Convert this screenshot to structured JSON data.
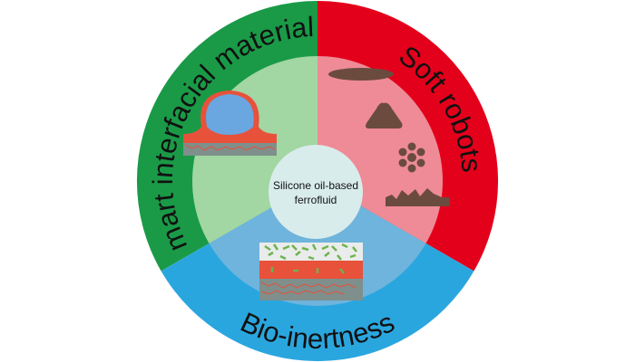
{
  "center": {
    "line1": "Silicone oil-based",
    "line2": "ferrofluid"
  },
  "sectors": {
    "smart": {
      "label": "Smart interfacial materials",
      "ring_color": "#1a9a47",
      "fill_color": "#a2d6a2"
    },
    "soft": {
      "label": "Soft robots",
      "ring_color": "#e3001b",
      "fill_color": "#ee8b96"
    },
    "bio": {
      "label": "Bio-inertness",
      "ring_color": "#2aa6df",
      "fill_color": "#6eb4dc"
    }
  },
  "colors": {
    "center": "#d9ecec",
    "robot": "#6b4b3e",
    "ferrofluid": "#e8513a",
    "droplet": "#6aa6e0",
    "substrate": "#7f8f8c",
    "bacteria": "#6fb34f"
  }
}
